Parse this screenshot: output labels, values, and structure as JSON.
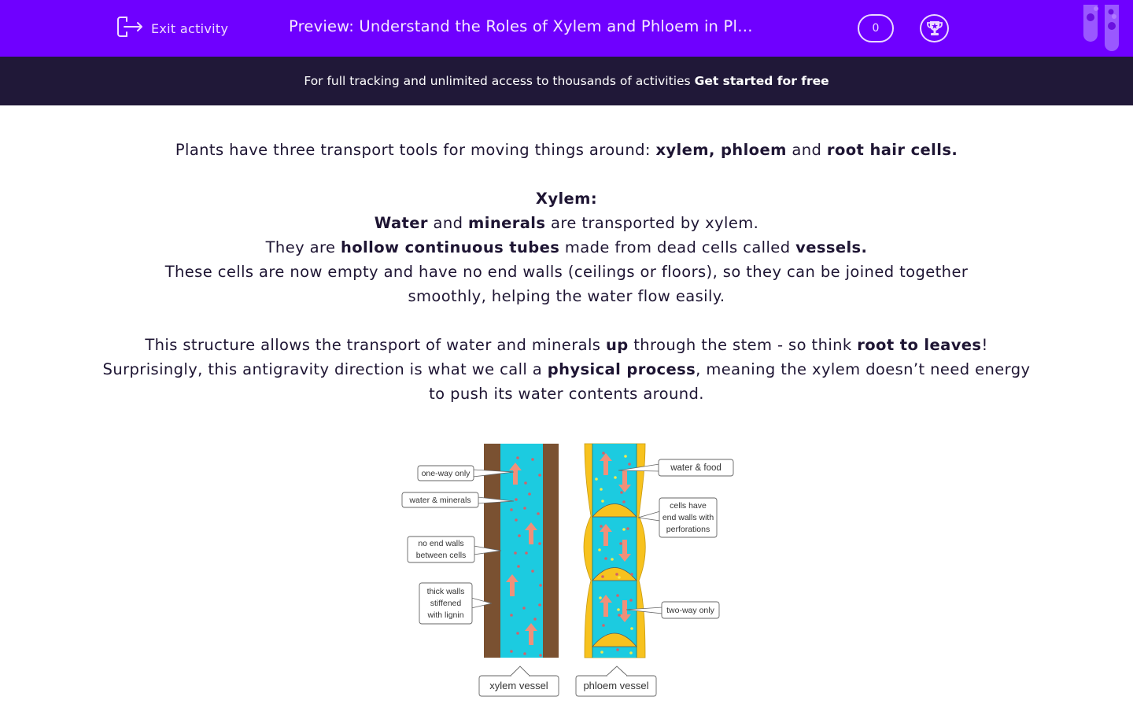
{
  "header": {
    "exit_label": "Exit activity",
    "title": "Preview: Understand the Roles of Xylem and Phloem in Pl…",
    "score": "0",
    "icons": [
      "exit-icon",
      "trophy-icon",
      "test-tubes-logo-icon"
    ],
    "colors": {
      "header_bg": "#6f00ff",
      "promo_bg": "#201838",
      "text": "#1e1533"
    }
  },
  "promo": {
    "text": "For full tracking and unlimited access to thousands of activities",
    "cta": "Get started for free"
  },
  "content": {
    "intro": {
      "t1": "Plants have three transport tools for moving things around: ",
      "b1": "xylem, phloem",
      "t2": " and ",
      "b2": "root hair cells."
    },
    "xylem_heading": "Xylem:",
    "line1": {
      "b1": "Water",
      "t1": " and ",
      "b2": "minerals",
      "t2": " are transported by xylem."
    },
    "line2": {
      "t1": "They are ",
      "b1": "hollow continuous tubes",
      "t2": " made from dead cells called ",
      "b2": "vessels."
    },
    "line3": "These cells are now empty and have no end walls (ceilings or floors), so they can be joined together smoothly, helping the water flow easily.",
    "para2": {
      "t1": "This structure allows the transport of water and minerals ",
      "b1": "up",
      "t2": " through the stem -  so think ",
      "b2": "root to leaves",
      "t3": "!",
      "t4": "Surprisingly, this antigravity direction is what we call a ",
      "b3": "physical process",
      "t5": ", meaning the xylem doesn’t need energy to push its water contents around."
    }
  },
  "diagram": {
    "xylem_labels": [
      "one-way only",
      "water & minerals",
      "no end walls",
      "between cells",
      "thick walls",
      "stiffened",
      "with lignin"
    ],
    "xylem_caption": "xylem vessel",
    "phloem_labels": [
      "water & food",
      "cells have",
      "end walls with",
      "perforations",
      "two-way only"
    ],
    "phloem_caption": "phloem vessel",
    "colors": {
      "wall": "#7a5131",
      "fluid": "#1ccbe0",
      "arrow": "#f0907a",
      "phloem_wall": "#f7c21e",
      "dot_red": "#d0636b",
      "dot_yellow": "#f5e84a"
    }
  }
}
